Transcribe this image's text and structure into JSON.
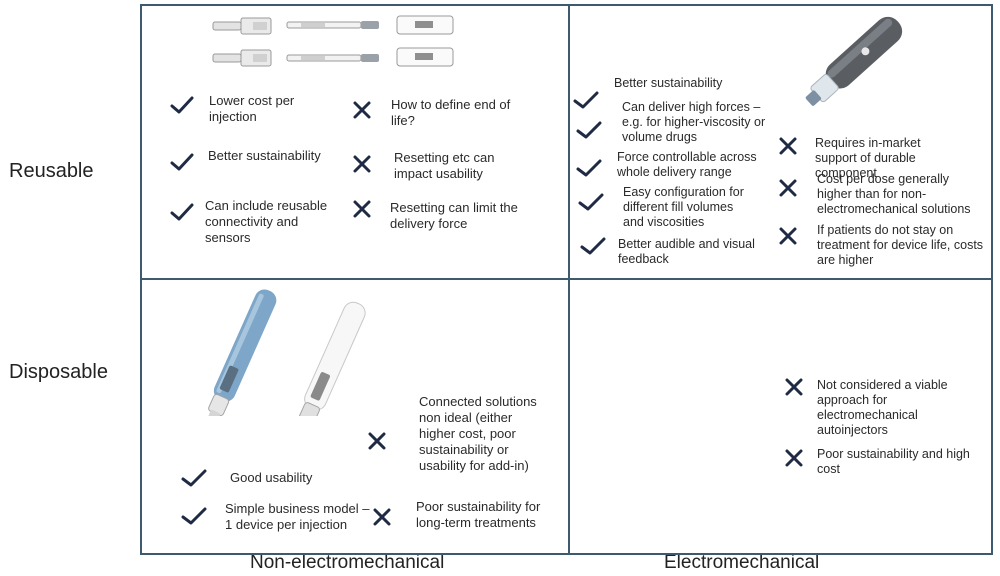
{
  "rows": [
    "Reusable",
    "Disposable"
  ],
  "columns": [
    "Non-electromechanical",
    "Electromechanical"
  ],
  "cells": {
    "reusable_non": {
      "pros": [
        "Lower cost per injection",
        "Better sustainability",
        "Can include reusable connectivity and sensors"
      ],
      "cons": [
        "How to define end of life?",
        "Resetting etc can impact usability",
        "Resetting can limit the delivery force"
      ]
    },
    "reusable_em": {
      "pros": [
        "Better sustainability",
        "Can deliver high forces – e.g. for higher-viscosity or volume drugs",
        "Force controllable across whole delivery range",
        "Easy configuration for different fill volumes and viscosities",
        "Better audible and visual feedback"
      ],
      "cons": [
        "Requires in-market support of durable component",
        "Cost per dose generally higher than for non-electromechanical solutions",
        "If patients do not stay on treatment for device life, costs are higher"
      ]
    },
    "disposable_non": {
      "pros": [
        "Good usability",
        "Simple business model – 1 device per injection"
      ],
      "cons": [
        "Connected solutions non ideal (either higher cost, poor sustainability or usability for add-in)",
        "Poor sustainability for long-term treatments"
      ]
    },
    "disposable_em": {
      "cons": [
        "Not considered a viable approach for electromechanical autoinjectors",
        "Poor sustainability and high cost"
      ]
    }
  },
  "colors": {
    "border": "#3d5a6e",
    "mark": "#1f2a44",
    "pen_blue": "#7ea6c8",
    "device_grey": "#5a5e63"
  },
  "icons": {
    "pro": "check-icon",
    "con": "cross-icon"
  }
}
